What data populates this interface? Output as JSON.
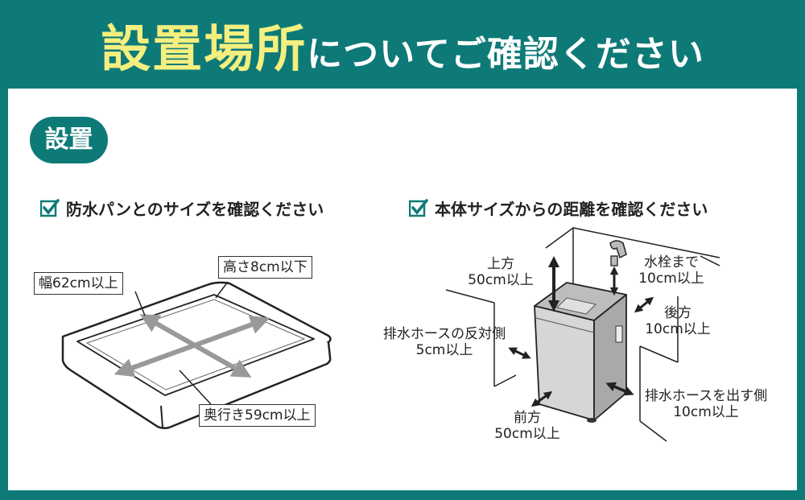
{
  "header": {
    "title_big": "設置場所",
    "title_small": "についてご確認ください",
    "title_color": "#f4ef7e",
    "background_color": "#0e7a78"
  },
  "badge": {
    "label": "設置"
  },
  "left_section": {
    "heading": "防水パンとのサイズを確認ください",
    "labels": {
      "width": "幅62cm以上",
      "height": "高さ8cm以下",
      "depth": "奥行き59cm以上"
    }
  },
  "right_section": {
    "heading": "本体サイズからの距離を確認ください",
    "labels": {
      "top_1": "上方",
      "top_2": "50cm以上",
      "faucet_1": "水栓まで",
      "faucet_2": "10cm以上",
      "back_1": "後方",
      "back_2": "10cm以上",
      "hose_opposite_1": "排水ホースの反対側",
      "hose_opposite_2": "5cm以上",
      "hose_out_1": "排水ホースを出す側",
      "hose_out_2": "10cm以上",
      "front_1": "前方",
      "front_2": "50cm以上"
    }
  },
  "icons": {
    "check": "checkmark-icon",
    "faucet": "faucet-icon"
  }
}
